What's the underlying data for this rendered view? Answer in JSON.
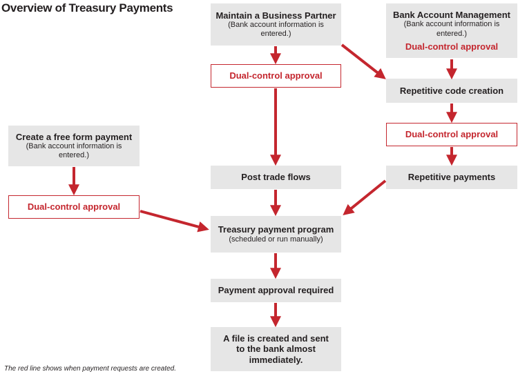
{
  "title": "Overview of Treasury Payments",
  "boxes": {
    "business_partner": {
      "title": "Maintain a Business Partner",
      "note": "(Bank account information is entered.)"
    },
    "bank_account": {
      "title": "Bank Account Management",
      "note": "(Bank account information is entered.)",
      "approval": "Dual-control approval"
    },
    "free_form": {
      "title": "Create a free form payment",
      "note": "(Bank account information is entered.)"
    },
    "dual_control_bp": "Dual-control approval",
    "repetitive_code": "Repetitive code creation",
    "dual_control_rc": "Dual-control approval",
    "dual_control_ff": "Dual-control approval",
    "post_trade": "Post trade flows",
    "repetitive_payments": "Repetitive payments",
    "treasury_program": {
      "title": "Treasury payment program",
      "note": "(scheduled or run manually)"
    },
    "payment_approval": "Payment approval required",
    "file_created": "A file is created and sent to the bank almost immediately."
  },
  "footnote": "The red line shows when payment requests are created.",
  "colors": {
    "accent": "#c4262e",
    "box_fill": "#e6e6e6"
  }
}
